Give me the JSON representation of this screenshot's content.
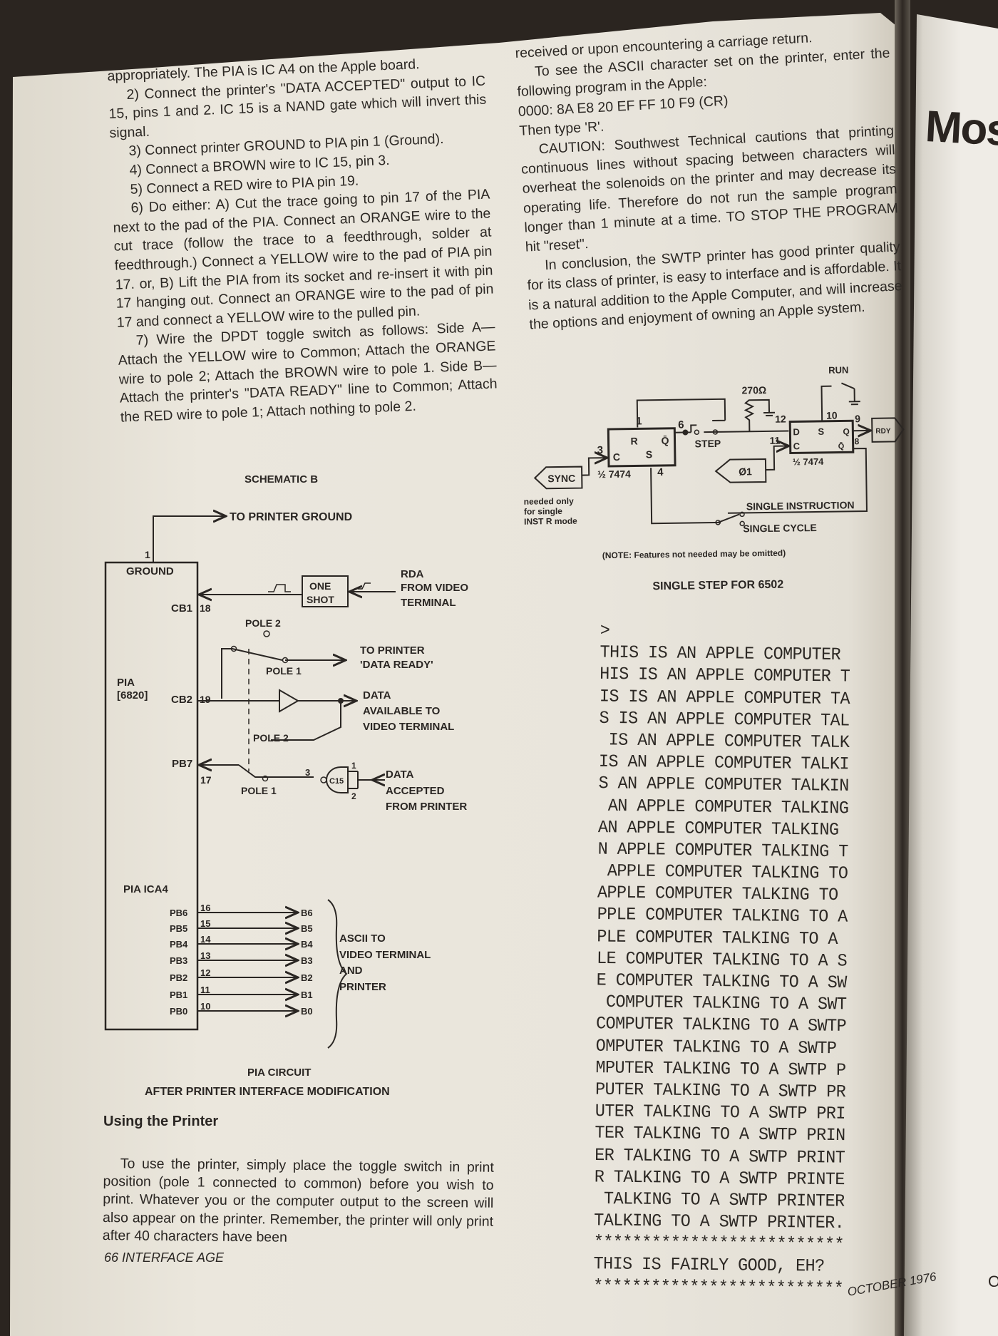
{
  "left_column": {
    "paragraphs": [
      "appropriately. The PIA is IC A4 on the Apple board.",
      "2) Connect the printer's \"DATA ACCEPTED\" output to IC 15, pins 1 and 2. IC 15 is a NAND gate which will invert this signal.",
      "3) Connect printer GROUND to PIA pin 1 (Ground).",
      "4) Connect a BROWN wire to IC 15, pin 3.",
      "5) Connect a RED wire to PIA pin 19.",
      "6) Do either: A) Cut the trace going to pin 17 of the PIA next to the pad of the PIA. Connect an ORANGE wire to the cut trace (follow the trace to a feedthrough, solder at feedthrough.) Connect a YELLOW wire to the pad of PIA pin 17. or, B) Lift the PIA from its socket and re-insert it with pin 17 hanging out. Connect an ORANGE wire to the pad of pin 17 and connect a YELLOW wire to the pulled pin.",
      "7) Wire the DPDT toggle switch as follows: Side A—Attach the YELLOW wire to Common; Attach the ORANGE wire to pole 2; Attach the BROWN wire to pole 1. Side B—Attach the printer's \"DATA READY\" line to Common; Attach the RED wire to pole 1; Attach nothing to pole 2."
    ]
  },
  "schematic_b": {
    "title": "SCHEMATIC B",
    "to_printer_ground": "TO PRINTER GROUND",
    "pin_1": "1",
    "ground": "GROUND",
    "cb1": "CB1",
    "cb1_pin": "18",
    "one_shot_1": "ONE",
    "one_shot_2": "SHOT",
    "rda_1": "RDA",
    "rda_2": "FROM VIDEO",
    "rda_3": "TERMINAL",
    "pole2_top": "POLE 2",
    "to_printer_1": "TO PRINTER",
    "to_printer_2": "'DATA READY'",
    "pole1_top": "POLE 1",
    "pia_1": "PIA",
    "pia_2": "[6820]",
    "cb2": "CB2",
    "cb2_pin": "19",
    "data_avail_1": "DATA",
    "data_avail_2": "AVAILABLE TO",
    "data_avail_3": "VIDEO TERMINAL",
    "pole2_bottom": "POLE 2",
    "pb7": "PB7",
    "pb7_pin": "17",
    "pole1_bottom": "POLE 1",
    "gate_pin_3": "3",
    "gate_pin_1": "1",
    "gate_pin_2": "2",
    "gate_label": "C15",
    "data_acc_1": "DATA",
    "data_acc_2": "ACCEPTED",
    "data_acc_3": "FROM PRINTER",
    "pia_ica4": "PIA ICA4",
    "ports": [
      {
        "pb": "PB6",
        "pin": "16",
        "b": "B6"
      },
      {
        "pb": "PB5",
        "pin": "15",
        "b": "B5"
      },
      {
        "pb": "PB4",
        "pin": "14",
        "b": "B4"
      },
      {
        "pb": "PB3",
        "pin": "13",
        "b": "B3"
      },
      {
        "pb": "PB2",
        "pin": "12",
        "b": "B2"
      },
      {
        "pb": "PB1",
        "pin": "11",
        "b": "B1"
      },
      {
        "pb": "PB0",
        "pin": "10",
        "b": "B0"
      }
    ],
    "ascii_1": "ASCII TO",
    "ascii_2": "VIDEO TERMINAL",
    "ascii_3": "AND",
    "ascii_4": "PRINTER",
    "caption_1": "PIA CIRCUIT",
    "caption_2": "AFTER PRINTER INTERFACE MODIFICATION"
  },
  "using_section": {
    "heading": "Using the Printer",
    "paragraph": "To use the printer, simply place the toggle switch in print position (pole 1 connected to common) before you wish to print. Whatever you or the computer output to the screen will also appear on the printer. Remember, the printer will only print after 40 characters have been"
  },
  "right_column": {
    "p1": "received or upon encountering a carriage return.",
    "p2": "To see the ASCII character set on the printer, enter the following program in the Apple:",
    "code": "0000: 8A E8 20 EF FF 10 F9 (CR)",
    "then": "Then type 'R'.",
    "caution": "CAUTION: Southwest Technical cautions that printing continuous lines without spacing between characters will overheat the solenoids on the printer and may decrease its operating life. Therefore do not run the sample program longer than 1 minute at a time. TO STOP THE PROGRAM hit \"reset\".",
    "conclusion": "In conclusion, the SWTP printer has good printer quality for its class of printer, is easy to interface and is affordable. It is a natural addition to the Apple Computer, and will increase the options and enjoyment of owning an Apple system."
  },
  "single_step": {
    "run": "RUN",
    "resistor": "270Ω",
    "pin1": "1",
    "pin6": "6",
    "pin3": "3",
    "pin4": "4",
    "pin12": "12",
    "pin11": "11",
    "pin10": "10",
    "pin9": "9",
    "pin8": "8",
    "r": "R",
    "qbar": "Q̄",
    "c1": "C",
    "s1": "S",
    "chip1": "½ 7474",
    "d": "D",
    "s2": "S",
    "q": "Q",
    "c2": "C",
    "qbar2": "Q̄",
    "chip2": "½ 7474",
    "step": "STEP",
    "sync": "SYNC",
    "phi1": "Ø1",
    "rdy": "RDY",
    "needed_1": "needed only",
    "needed_2": "for single",
    "needed_3": "INST R mode",
    "single_instruction": "SINGLE INSTRUCTION",
    "single_cycle": "SINGLE CYCLE",
    "note": "(NOTE: Features not needed may be omitted)",
    "caption": "SINGLE STEP FOR 6502"
  },
  "printout": {
    "lines": [
      ">",
      "THIS IS AN APPLE COMPUTER",
      "HIS IS AN APPLE COMPUTER T",
      "IS IS AN APPLE COMPUTER TA",
      "S IS AN APPLE COMPUTER TAL",
      " IS AN APPLE COMPUTER TALK",
      "IS AN APPLE COMPUTER TALKI",
      "S AN APPLE COMPUTER TALKIN",
      " AN APPLE COMPUTER TALKING",
      "AN APPLE COMPUTER TALKING",
      "N APPLE COMPUTER TALKING T",
      " APPLE COMPUTER TALKING TO",
      "APPLE COMPUTER TALKING TO",
      "PPLE COMPUTER TALKING TO A",
      "PLE COMPUTER TALKING TO A",
      "LE COMPUTER TALKING TO A S",
      "E COMPUTER TALKING TO A SW",
      " COMPUTER TALKING TO A SWT",
      "COMPUTER TALKING TO A SWTP",
      "OMPUTER TALKING TO A SWTP",
      "MPUTER TALKING TO A SWTP P",
      "PUTER TALKING TO A SWTP PR",
      "UTER TALKING TO A SWTP PRI",
      "TER TALKING TO A SWTP PRIN",
      "ER TALKING TO A SWTP PRINT",
      "R TALKING TO A SWTP PRINTE",
      " TALKING TO A SWTP PRINTER",
      "TALKING TO A SWTP PRINTER.",
      "**************************",
      "THIS IS FAIRLY GOOD, EH?",
      "**************************"
    ]
  },
  "footer": {
    "left": "66 INTERFACE AGE",
    "right": "OCTOBER 1976"
  },
  "next_page": {
    "headline_fragment": "Mos",
    "bottom_fragment": "O"
  }
}
